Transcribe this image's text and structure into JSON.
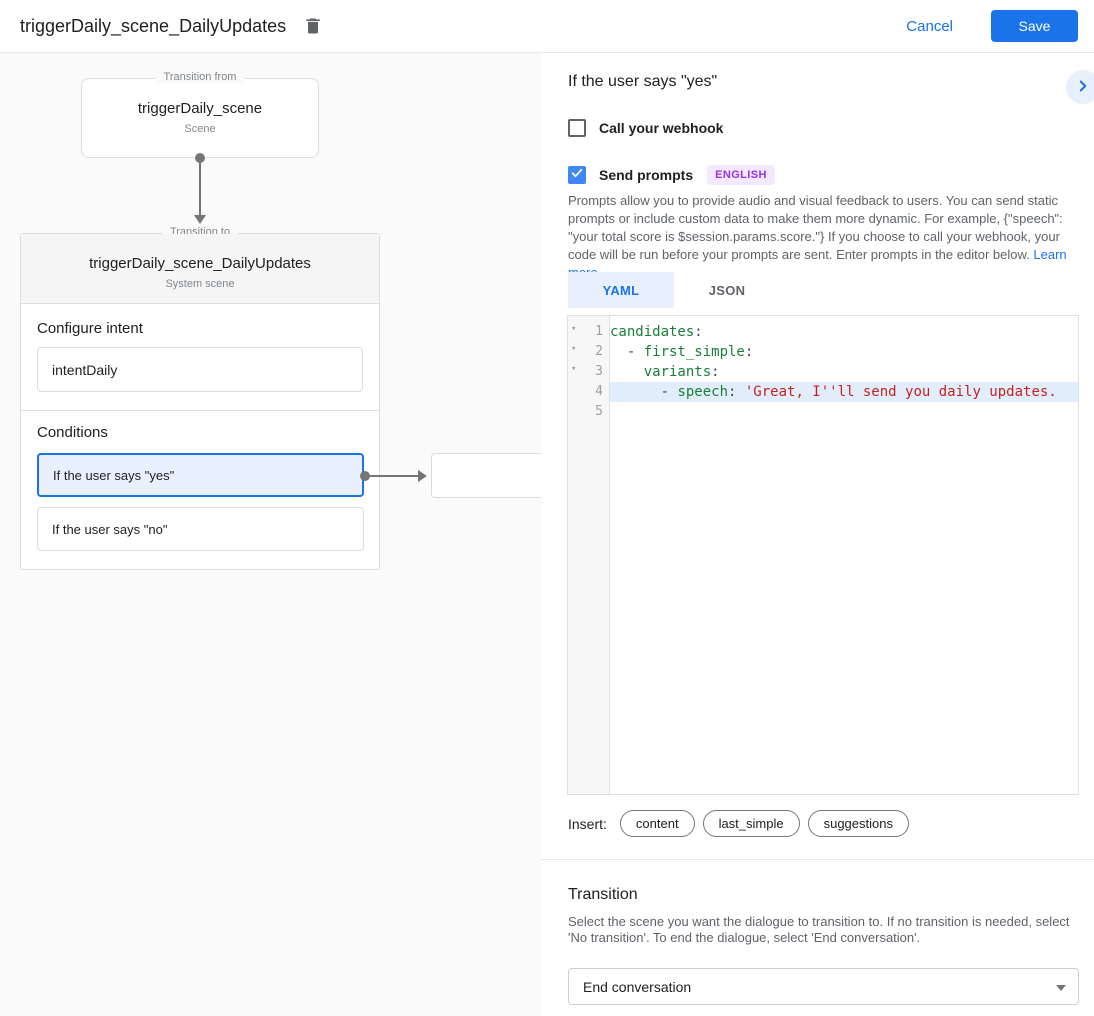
{
  "header": {
    "title": "triggerDaily_scene_DailyUpdates",
    "cancel_label": "Cancel",
    "save_label": "Save"
  },
  "canvas": {
    "from_box": {
      "legend": "Transition from",
      "title": "triggerDaily_scene",
      "subtitle": "Scene"
    },
    "to_card": {
      "legend": "Transition to",
      "title": "triggerDaily_scene_DailyUpdates",
      "subtitle": "System scene",
      "intent_heading": "Configure intent",
      "intent_value": "intentDaily",
      "conditions_heading": "Conditions",
      "conditions": [
        {
          "label": "If the user says \"yes\"",
          "selected": true
        },
        {
          "label": "If the user says \"no\"",
          "selected": false
        }
      ]
    }
  },
  "panel": {
    "title": "If the user says \"yes\"",
    "webhook": {
      "label": "Call your webhook",
      "checked": false
    },
    "prompts": {
      "label": "Send prompts",
      "checked": true,
      "badge": "ENGLISH"
    },
    "description": "Prompts allow you to provide audio and visual feedback to users. You can send static prompts or include custom data to make them more dynamic. For example, {\"speech\": \"your total score is $session.params.score.\"} If you choose to call your webhook, your code will be run before your prompts are sent. Enter prompts in the editor below.",
    "learn_more": "Learn more",
    "tabs": [
      {
        "label": "YAML",
        "active": true
      },
      {
        "label": "JSON",
        "active": false
      }
    ],
    "editor": {
      "lines": [
        {
          "num": "1",
          "key": "candidates",
          "post": ":"
        },
        {
          "num": "2",
          "pre": "  - ",
          "key": "first_simple",
          "post": ":"
        },
        {
          "num": "3",
          "pre": "    ",
          "key": "variants",
          "post": ":"
        },
        {
          "num": "4",
          "pre": "      - ",
          "key": "speech",
          "post": ": ",
          "value": "'Great, I''ll send you daily updates."
        },
        {
          "num": "5"
        }
      ]
    },
    "insert": {
      "label": "Insert:",
      "chips": [
        "content",
        "last_simple",
        "suggestions"
      ]
    },
    "transition": {
      "heading": "Transition",
      "description": "Select the scene you want the dialogue to transition to. If no transition is needed, select 'No transition'. To end the dialogue, select 'End conversation'.",
      "selected": "End conversation"
    }
  },
  "icons": {
    "fold": "▾"
  },
  "colors": {
    "accent": "#1a73e8",
    "checkbox_checked": "#4285f4",
    "badge_bg": "#f3e8fd",
    "badge_text": "#9334e6",
    "yaml_key": "#188038",
    "yaml_string": "#c5221f",
    "active_line_bg": "#e2edfb",
    "condition_selected_bg": "#e8f0fe"
  }
}
